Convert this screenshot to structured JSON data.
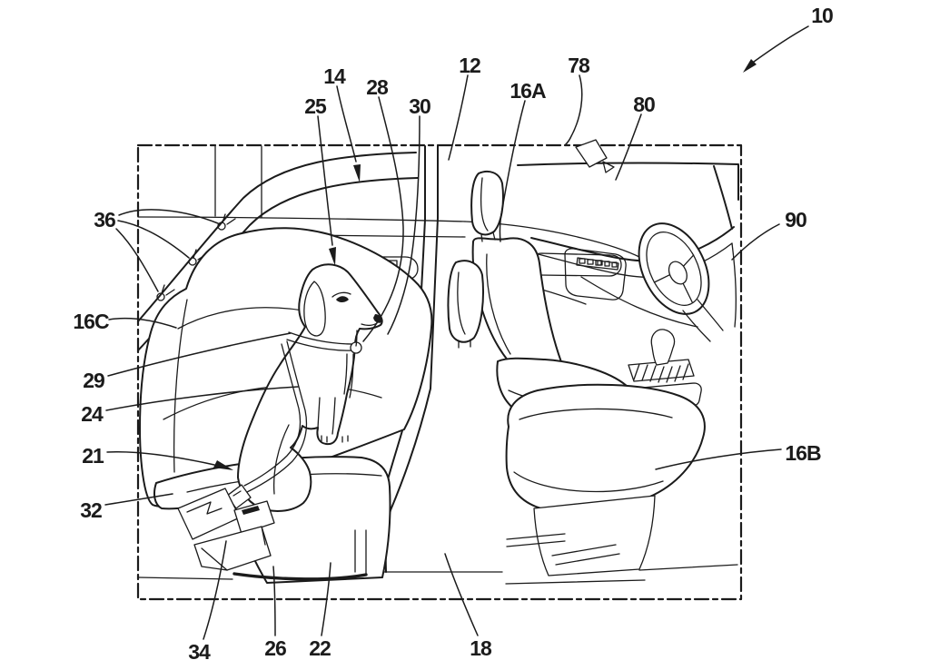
{
  "figure": {
    "kind": "patent-line-drawing",
    "description": "Cut-away perspective view of a vehicle cabin shown in phantom outline: a dog wearing a tethered harness sits on the rear bench seat; front seats, B-pillar, dashboard, steering wheel, gear shifter and rear-view mirror are depicted; numbered leader lines reference the parts.",
    "ink_color": "#1b1b1b",
    "paper_color": "#ffffff"
  },
  "labels": {
    "n10": {
      "text": "10"
    },
    "n12": {
      "text": "12"
    },
    "n14": {
      "text": "14"
    },
    "n16a": {
      "text": "16A"
    },
    "n16b": {
      "text": "16B"
    },
    "n16c": {
      "text": "16C"
    },
    "n18": {
      "text": "18"
    },
    "n21": {
      "text": "21"
    },
    "n22": {
      "text": "22"
    },
    "n24": {
      "text": "24"
    },
    "n25": {
      "text": "25"
    },
    "n26": {
      "text": "26"
    },
    "n28": {
      "text": "28"
    },
    "n29": {
      "text": "29"
    },
    "n30": {
      "text": "30"
    },
    "n32": {
      "text": "32"
    },
    "n34": {
      "text": "34"
    },
    "n36": {
      "text": "36"
    },
    "n78": {
      "text": "78"
    },
    "n80": {
      "text": "80"
    },
    "n90": {
      "text": "90"
    }
  }
}
